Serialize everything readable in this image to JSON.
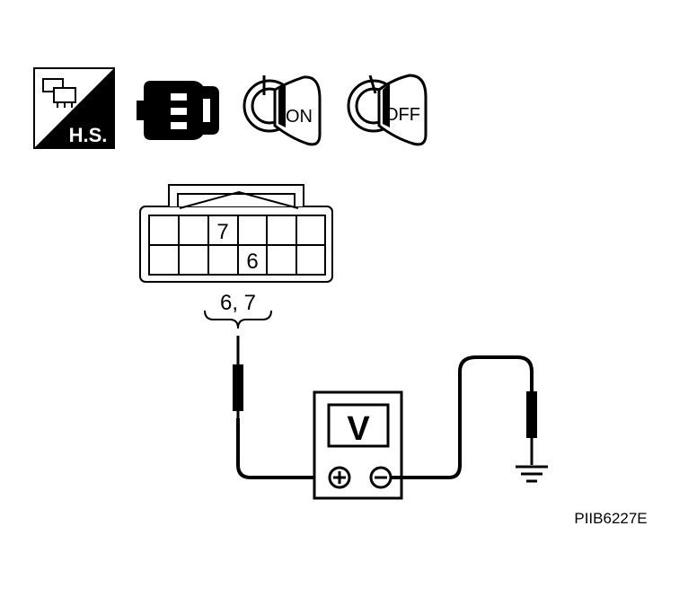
{
  "icons": {
    "harness_tag": "H.S.",
    "ignition_on": "ON",
    "ignition_off": "OFF"
  },
  "connector": {
    "pin_upper": "7",
    "pin_lower": "6",
    "pins_label": "6, 7"
  },
  "meter": {
    "symbol": "V"
  },
  "figure_code": "PIIB6227E"
}
